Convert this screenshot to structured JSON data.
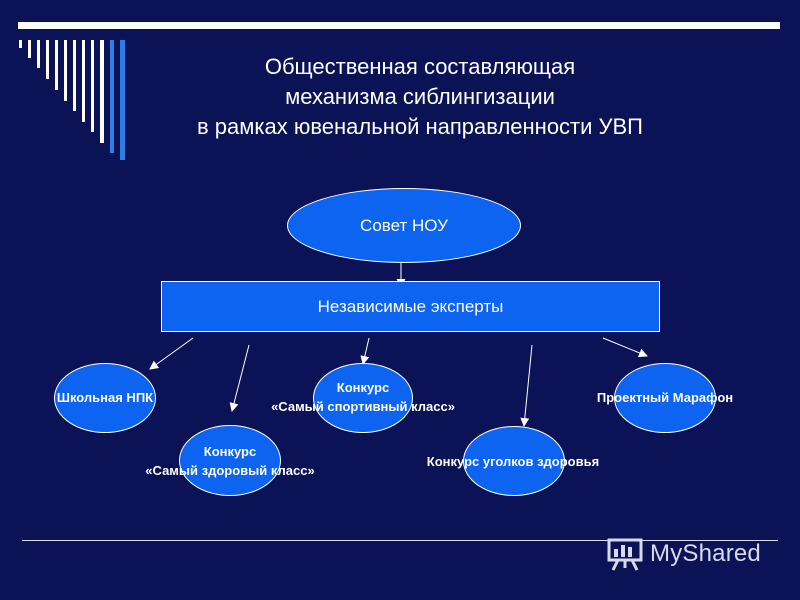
{
  "title": {
    "line1": "Общественная составляющая",
    "line2": "механизма сиблингизации",
    "line3": "в рамках ювенальной направленности УВП"
  },
  "nodes": {
    "council": "Совет НОУ",
    "experts": "Независимые эксперты",
    "school_npk": "Школьная НПК",
    "healthy_class_line1": "Конкурс",
    "healthy_class_line2": "«Самый здоровый класс»",
    "sport_class_line1": "Конкурс",
    "sport_class_line2": "«Самый спортивный класс»",
    "health_corners": "Конкурс уголков здоровья",
    "project_marathon": "Проектный Марафон"
  },
  "watermark": {
    "text": "MyShared"
  },
  "colors": {
    "background": "#0b1356",
    "shape_fill": "#0c64f0",
    "shape_border": "#ffffff",
    "text": "#ffffff"
  }
}
